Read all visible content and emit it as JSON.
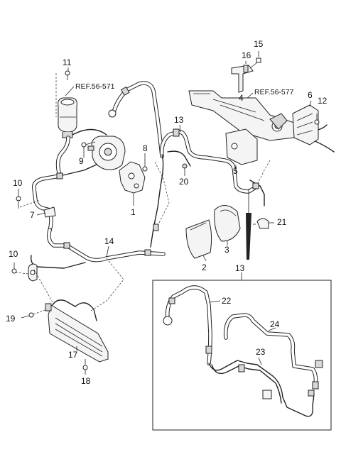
{
  "refs": {
    "reservoir": "REF.56-571",
    "steering_gear": "REF.56-577"
  },
  "callouts": {
    "n1": "1",
    "n2": "2",
    "n3": "3",
    "n4": "4",
    "n5": "5",
    "n6": "6",
    "n7": "7",
    "n8": "8",
    "n9": "9",
    "n10a": "10",
    "n10b": "10",
    "n11": "11",
    "n12": "12",
    "n13a": "13",
    "n13b": "13",
    "n14": "14",
    "n15": "15",
    "n16": "16",
    "n17": "17",
    "n18": "18",
    "n19": "19",
    "n20": "20",
    "n21": "21",
    "n22": "22",
    "n23": "23",
    "n24": "24"
  }
}
